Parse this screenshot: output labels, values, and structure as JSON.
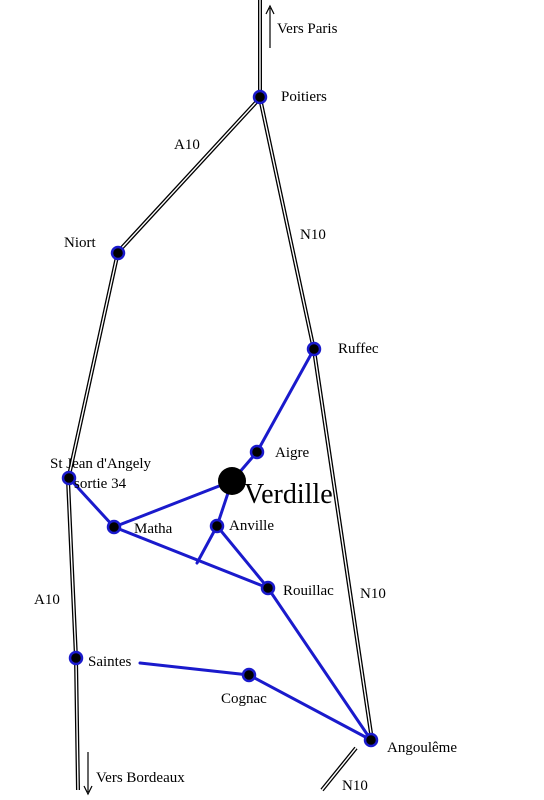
{
  "map": {
    "road_color": "#1a1acc",
    "highway_color": "#000000",
    "dot_fill": "#000000",
    "dot_ring": "#1a1acc"
  },
  "towns": {
    "poitiers": "Poitiers",
    "niort": "Niort",
    "ruffec": "Ruffec",
    "aigre": "Aigre",
    "verdille": "Verdille",
    "anville": "Anville",
    "st_jean_line1": "St Jean d'Angely",
    "st_jean_line2": "sortie 34",
    "matha": "Matha",
    "rouillac": "Rouillac",
    "saintes": "Saintes",
    "cognac": "Cognac",
    "angouleme": "Angoulême"
  },
  "roads": {
    "a10_north": "A10",
    "a10_south": "A10",
    "n10_north": "N10",
    "n10_middle": "N10",
    "n10_south": "N10"
  },
  "directions": {
    "paris": "Vers Paris",
    "bordeaux": "Vers Bordeaux"
  }
}
